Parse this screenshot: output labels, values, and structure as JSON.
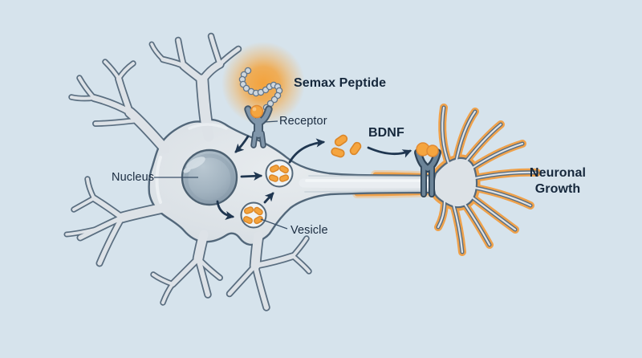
{
  "figure": {
    "type": "biology-pathway-diagram",
    "subject": "Semax peptide signaling in a neuron",
    "labels": {
      "semax_peptide": "Semax Peptide",
      "receptor": "Receptor",
      "nucleus": "Nucleus",
      "vesicle": "Vesicle",
      "bdnf": "BDNF",
      "neuronal_growth": "Neuronal Growth"
    },
    "colors": {
      "background": "#d6e3ec",
      "cell_fill": "#dbe1e6",
      "cell_outline": "#52677a",
      "nucleus_fill": "#94a8b6",
      "orange_accent": "#f5a33c",
      "orange_outline": "#db8628",
      "receptor_fill": "#8096aa",
      "terminal_receptor_fill": "#6b8397",
      "arrow": "#1f3650",
      "label_text": "#1b2c40"
    }
  }
}
